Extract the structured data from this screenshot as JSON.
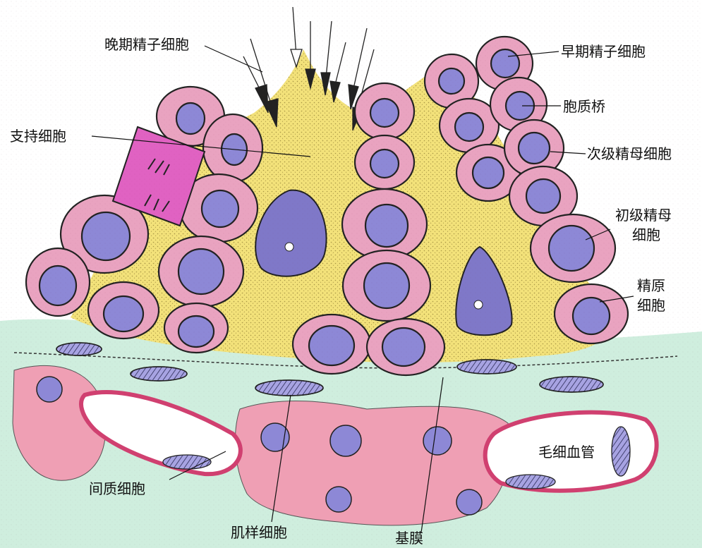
{
  "labels": {
    "late_spermatid": "晚期精子细胞",
    "early_spermatid": "早期精子细胞",
    "sertoli_cell": "支持细胞",
    "cytoplasmic_bridge": "胞质桥",
    "secondary_spermatocyte": "次级精母细胞",
    "primary_spermatocyte_1": "初级精母",
    "primary_spermatocyte_2": "细胞",
    "spermatogonium_1": "精原",
    "spermatogonium_2": "细胞",
    "capillary": "毛细血管",
    "interstitial_cell": "间质细胞",
    "myoid_cell": "肌样细胞",
    "basement_membrane": "基膜"
  },
  "colors": {
    "cell_pink": "#e9a3c0",
    "cell_pink_light": "#f3c6d8",
    "nucleus_purple": "#8d88d6",
    "nucleus_purple_dark": "#7f78c8",
    "sertoli_yellow": "#f3e27a",
    "connective_mint": "#cfeede",
    "interstitial_pink": "#ef9fb4",
    "spindle_purple": "#a7a3e2"
  }
}
